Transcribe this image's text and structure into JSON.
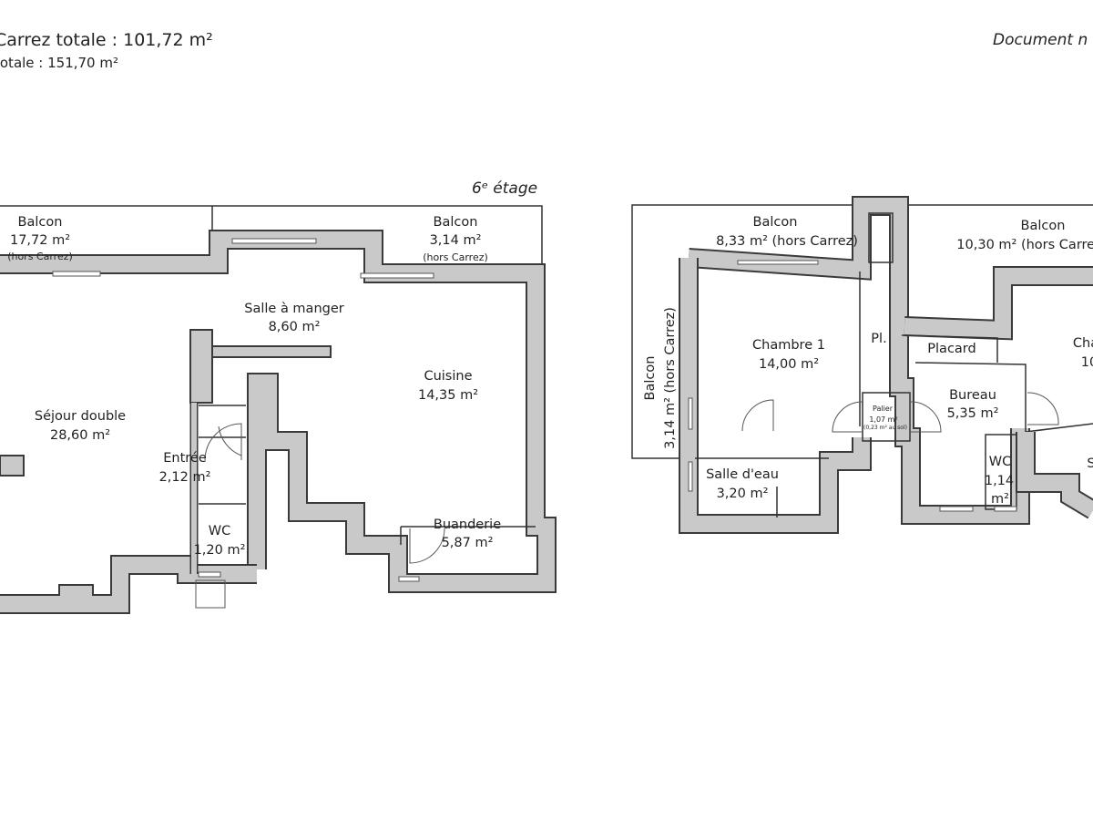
{
  "header": {
    "carrez_total": "Carrez totale :  101,72 m²",
    "surface_total": "totale :  151,70 m²",
    "document_note": "Document n"
  },
  "plan_left": {
    "floor_label": "6ᵉ étage",
    "rooms": [
      {
        "name": "Balcon",
        "area": "17,72 m²",
        "note": "(hors Carrez)"
      },
      {
        "name": "Balcon",
        "area": "3,14 m²",
        "note": "(hors Carrez)"
      },
      {
        "name": "Salle à manger",
        "area": "8,60 m²"
      },
      {
        "name": "Cuisine",
        "area": "14,35 m²"
      },
      {
        "name": "Séjour double",
        "area": "28,60 m²"
      },
      {
        "name": "Entrée",
        "area": "2,12 m²"
      },
      {
        "name": "WC",
        "area": "1,20 m²"
      },
      {
        "name": "Buanderie",
        "area": "5,87 m²"
      }
    ]
  },
  "plan_right": {
    "rooms": [
      {
        "name": "Balcon",
        "area": "8,33 m² (hors Carrez)"
      },
      {
        "name": "Balcon",
        "area": "10,30 m² (hors Carrez"
      },
      {
        "name": "Balcon",
        "area": "3,14 m² (hors Carrez)"
      },
      {
        "name": "Chambre 1",
        "area": "14,00 m²"
      },
      {
        "name": "Pl."
      },
      {
        "name": "Placard"
      },
      {
        "name": "Palier",
        "area": "1,07 m²",
        "note": "(0,23 m² au sol)"
      },
      {
        "name": "Bureau",
        "area": "5,35 m²"
      },
      {
        "name": "WC",
        "area": "1,14",
        "area_unit": "m²"
      },
      {
        "name": "Salle d'eau",
        "area": "3,20 m²"
      },
      {
        "name": "Cha",
        "area": "10"
      },
      {
        "name": "S"
      }
    ]
  },
  "colors": {
    "wall": "#c9c9c9",
    "wall_outline": "#3a3a3a",
    "background": "#ffffff"
  }
}
